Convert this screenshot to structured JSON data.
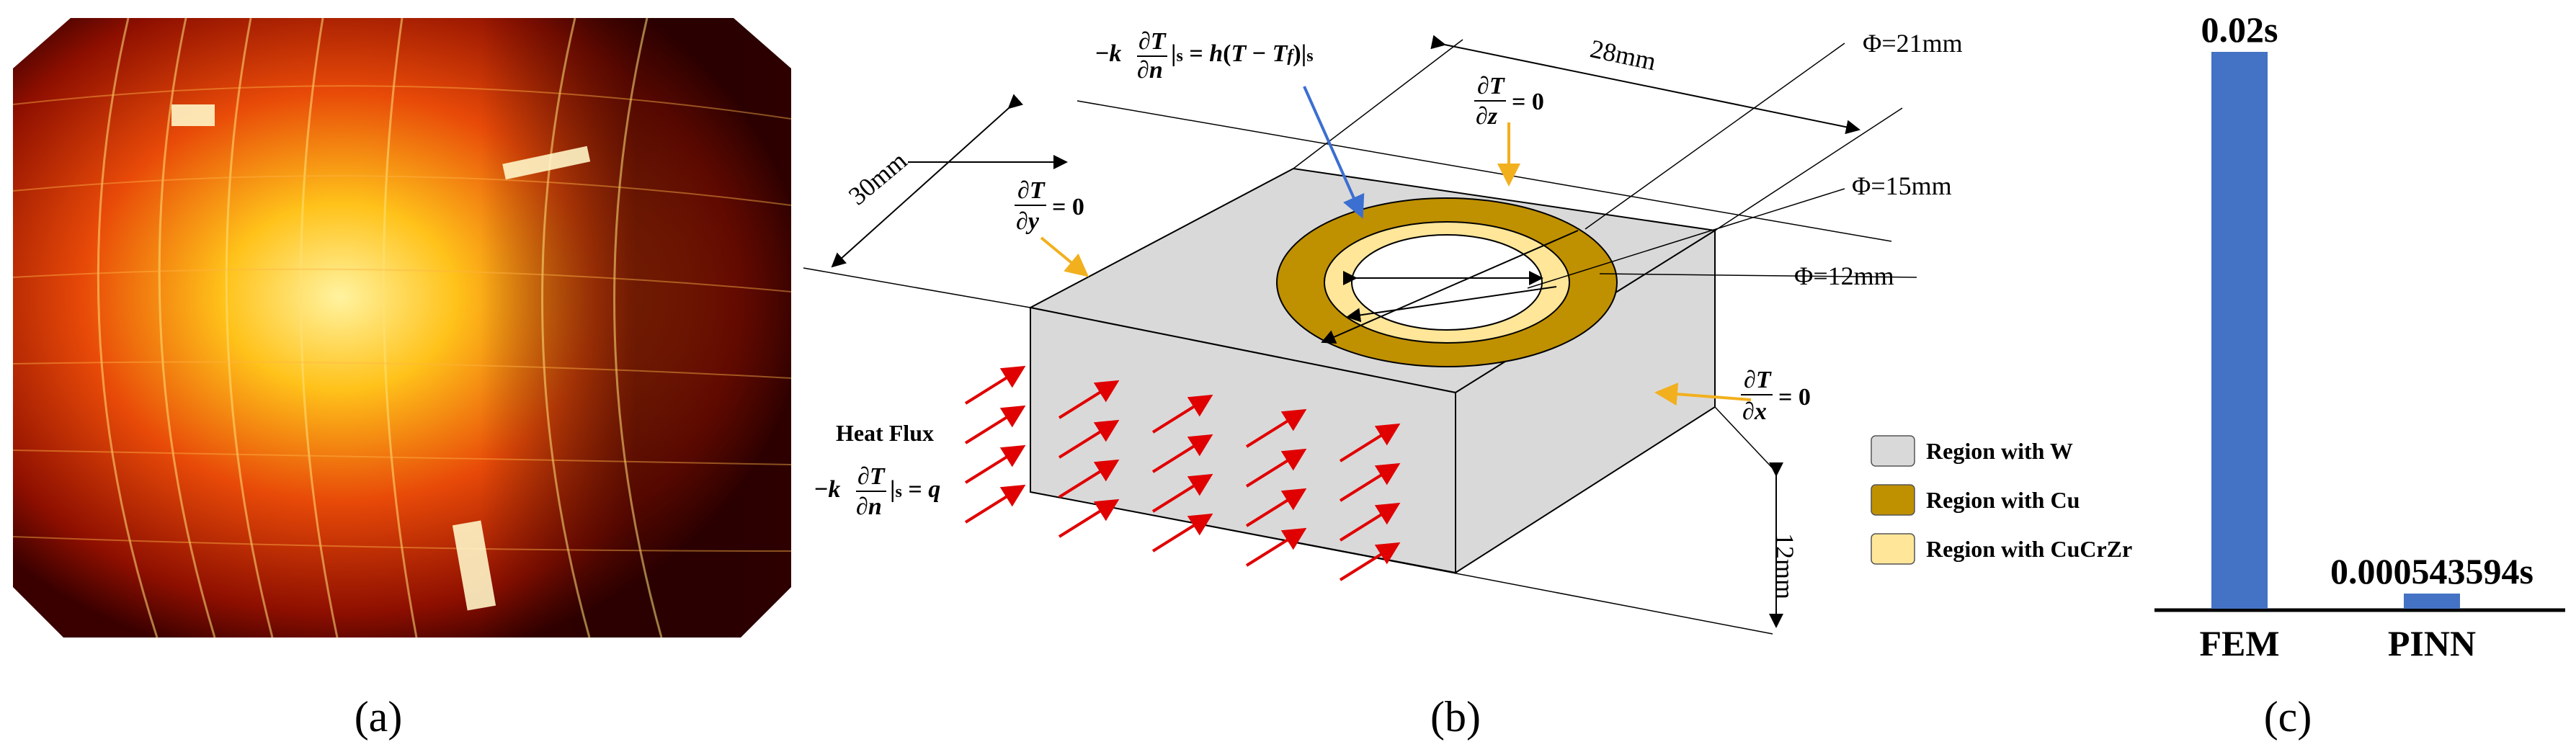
{
  "captions": {
    "a": "(a)",
    "b": "(b)",
    "c": "(c)"
  },
  "diagram": {
    "dims": {
      "d30": "30mm",
      "d28": "28mm",
      "d12": "12mm",
      "phi21": "Φ=21mm",
      "phi15": "Φ=15mm",
      "phi12": "Φ=12mm"
    },
    "heat_flux_label": "Heat Flux",
    "legend": [
      {
        "label": "Region with W",
        "color": "#d9d9d9"
      },
      {
        "label": "Region with Cu",
        "color": "#bf9000"
      },
      {
        "label": "Region with CuCrZr",
        "color": "#ffe699"
      }
    ],
    "colors": {
      "arrow_red": "#e00000",
      "arrow_orange": "#f2b01e",
      "arrow_blue": "#3b6fd1"
    }
  },
  "chart_data": {
    "type": "bar",
    "categories": [
      "FEM",
      "PINN"
    ],
    "values": [
      0.02,
      0.000543594
    ],
    "data_labels": [
      "0.02s",
      "0.000543594s"
    ],
    "title": "",
    "xlabel": "",
    "ylabel": "",
    "color": "#4472c4",
    "ylim": [
      0,
      0.02
    ]
  }
}
